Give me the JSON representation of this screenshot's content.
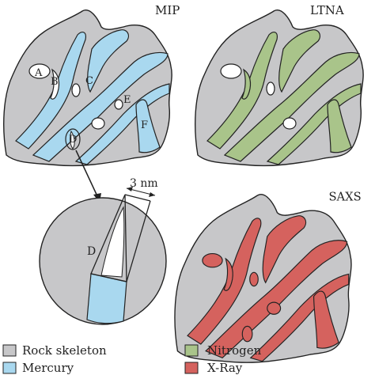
{
  "panels": {
    "mip": {
      "title": "MIP",
      "accent": "#a9d8ef"
    },
    "ltna": {
      "title": "LTNA",
      "accent": "#a9c48a"
    },
    "saxs": {
      "title": "SAXS",
      "accent": "#d5625e"
    }
  },
  "pore_labels": {
    "a": "A",
    "b": "B",
    "c": "C",
    "d": "D",
    "e": "E",
    "f": "F"
  },
  "zoom": {
    "label": "D",
    "width_label": "3 nm"
  },
  "legend": [
    {
      "label": "Rock skeleton",
      "color": "#c7c7c9"
    },
    {
      "label": "Mercury",
      "color": "#a9d8ef"
    },
    {
      "label": "Nitrogen",
      "color": "#a9c48a"
    },
    {
      "label": "X-Ray",
      "color": "#d5625e"
    }
  ],
  "colors": {
    "skeleton": "#c7c7c9",
    "outline": "#222222"
  }
}
